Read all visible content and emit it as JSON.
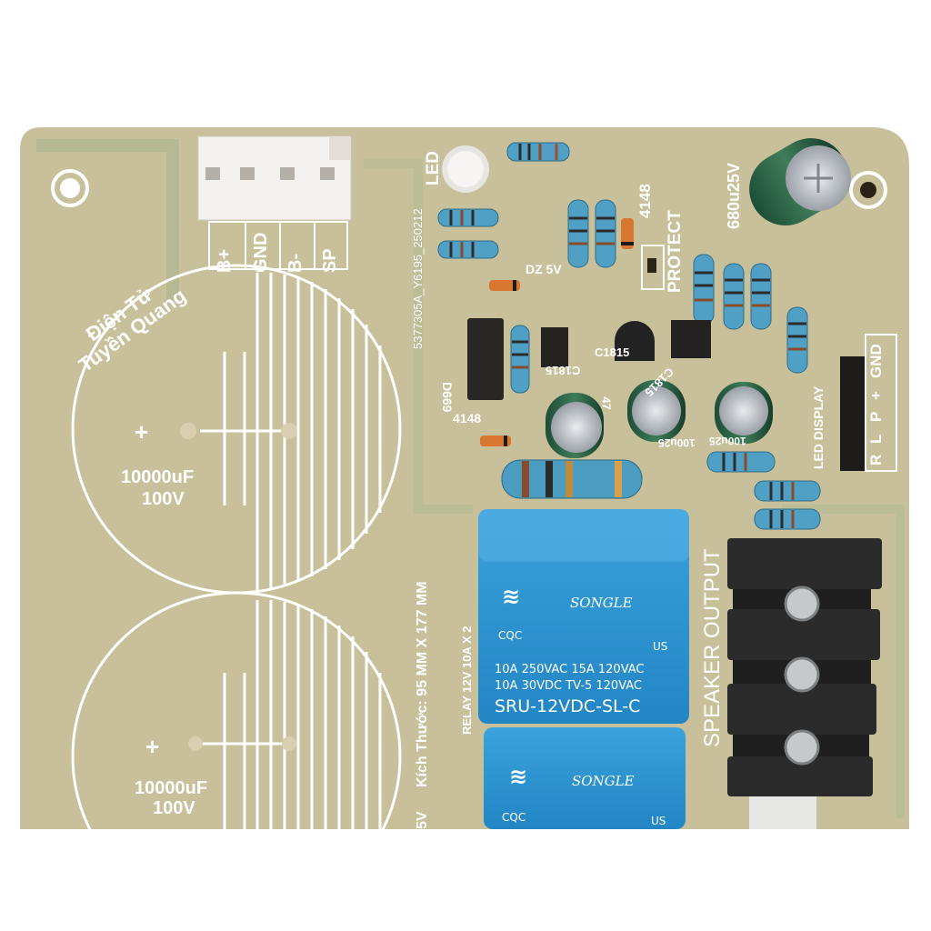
{
  "brand": {
    "line1": "Điện Tử",
    "line2": "Tuyền Quang"
  },
  "connector_top_labels": [
    "B+",
    "GND",
    "B-",
    "SP"
  ],
  "board_code": "5377305A_Y6195_250212",
  "led_label": "LED",
  "protect_label": "PROTECT",
  "diode_labels": {
    "d1": "4148",
    "d2": "4148",
    "zener": "DZ 5V"
  },
  "transistors": [
    "D669",
    "C1815",
    "C1815",
    "C1815"
  ],
  "caps": {
    "big1": {
      "value": "10000uF",
      "voltage": "100V",
      "plus": "+"
    },
    "big2": {
      "value": "10000uF",
      "voltage": "100V",
      "plus": "+"
    },
    "small": "680u25V",
    "mini": [
      "47",
      "100u25",
      "100u25"
    ]
  },
  "size_label": "Kích Thước: 95 MM   X 177 MM",
  "relay_label": "RELAY 12V 10A X 2",
  "relay": {
    "brand": "SONGLE",
    "line1": "10A 250VAC  15A 120VAC",
    "line2": "10A  30VDC  TV-5 120VAC",
    "model": "SRU-12VDC-SL-C",
    "ul": "US",
    "cqc": "CQC"
  },
  "led_display": {
    "label": "LED DISPLAY",
    "pins": [
      "R",
      "L",
      "P",
      "+",
      "GND"
    ]
  },
  "speaker_label": "SPEAKER OUTPUT",
  "bottom_left_fragment": "5V",
  "colors": {
    "pcb": "#c7c09a",
    "trace": "#b9b795",
    "relay": "#2f93cf",
    "terminal": "#2a2a2a",
    "resistor": "#4e9ec0"
  }
}
